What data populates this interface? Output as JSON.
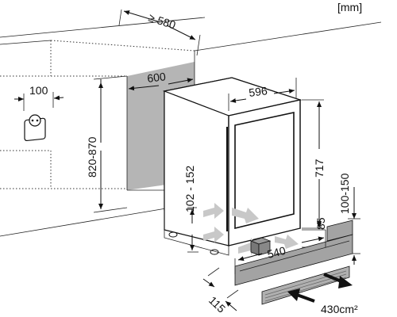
{
  "units": "[mm]",
  "dimensions": {
    "depth_min": "≥ 580",
    "niche_width": "600",
    "appliance_width": "596",
    "socket_offset": "100",
    "niche_height": "820-870",
    "appliance_height": "717",
    "foot_height": "102 - 152",
    "vent_opening": "85",
    "plinth_range": "100-150",
    "plinth_width": "540",
    "plinth_depth": "115"
  },
  "vent_area": "430cm²",
  "colors": {
    "line": "#111111",
    "niche_back": "#b5b5b5",
    "plinth_grey": "#a3a3a3",
    "arrow_light": "#c8c8c8",
    "arrow_dark": "#111111"
  }
}
